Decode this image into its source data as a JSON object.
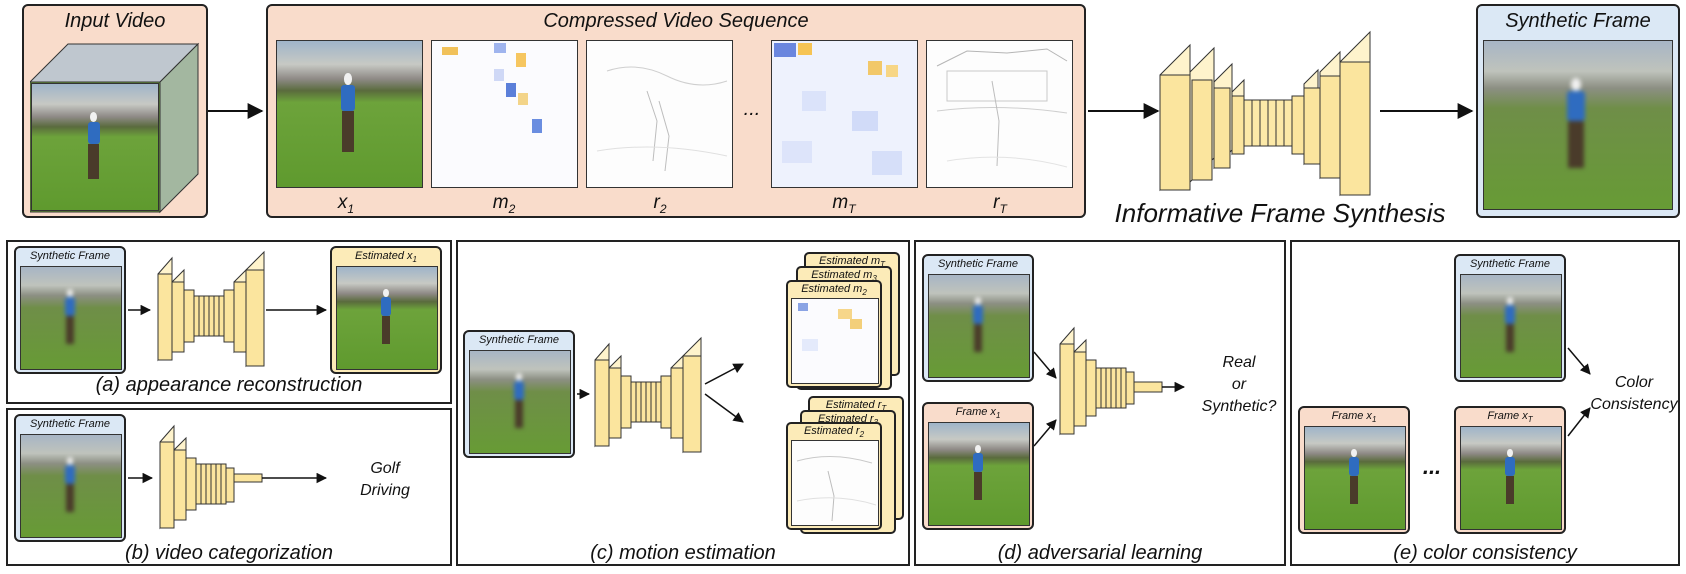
{
  "top": {
    "input_video_title": "Input Video",
    "compressed_title": "Compressed Video Sequence",
    "ellipsis": "...",
    "sequence": [
      {
        "base": "x",
        "sub": "1"
      },
      {
        "base": "m",
        "sub": "2"
      },
      {
        "base": "r",
        "sub": "2"
      },
      {
        "base": "m",
        "sub": "T"
      },
      {
        "base": "r",
        "sub": "T"
      }
    ],
    "synthesis_caption": "Informative Frame Synthesis",
    "synthetic_frame_title": "Synthetic Frame"
  },
  "panels": {
    "a": {
      "caption": "(a) appearance reconstruction",
      "input_label": "Synthetic Frame",
      "output_label": "Estimated x",
      "output_sub": "1"
    },
    "b": {
      "caption": "(b) video categorization",
      "input_label": "Synthetic Frame",
      "output_line1": "Golf",
      "output_line2": "Driving"
    },
    "c": {
      "caption": "(c) motion estimation",
      "input_label": "Synthetic Frame",
      "motion_labels": [
        {
          "text": "Estimated m",
          "sub": "T"
        },
        {
          "text": "Estimated m",
          "sub": "3"
        },
        {
          "text": "Estimated m",
          "sub": "2"
        }
      ],
      "residual_labels": [
        {
          "text": "Estimated r",
          "sub": "T"
        },
        {
          "text": "Estimated r",
          "sub": "3"
        },
        {
          "text": "Estimated r",
          "sub": "2"
        }
      ]
    },
    "d": {
      "caption": "(d) adversarial learning",
      "input1_label": "Synthetic Frame",
      "input2_label": "Frame x",
      "input2_sub": "1",
      "out_line1": "Real",
      "out_line2": "or",
      "out_line3": "Synthetic?"
    },
    "e": {
      "caption": "(e) color consistency",
      "synthetic_label": "Synthetic Frame",
      "frame1_label": "Frame x",
      "frame1_sub": "1",
      "frameT_label": "Frame x",
      "frameT_sub": "T",
      "ellipsis": "...",
      "out_line1": "Color",
      "out_line2": "Consistency"
    }
  },
  "colors": {
    "peach": "#f9dccb",
    "light_blue": "#dbe8f5",
    "network_yellow": "#fce9a8"
  }
}
